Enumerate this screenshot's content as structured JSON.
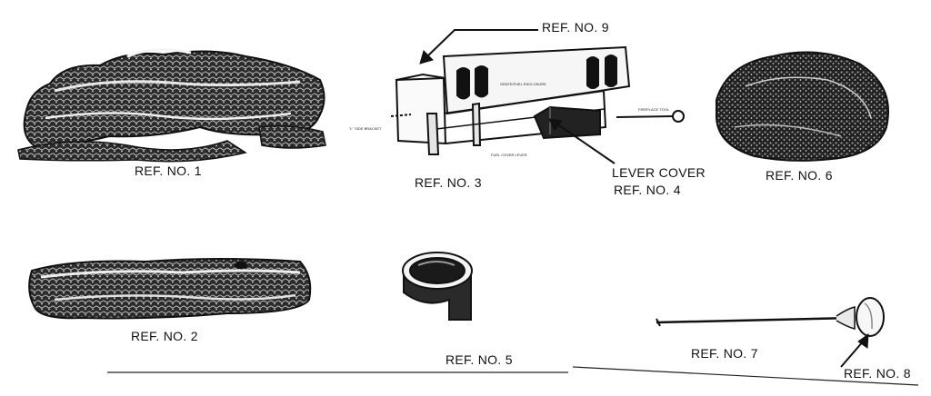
{
  "labels": {
    "ref1": "REF. NO. 1",
    "ref2": "REF. NO. 2",
    "ref3": "REF. NO. 3",
    "lever_cover": "LEVER COVER",
    "ref4": "REF. NO. 4",
    "ref5": "REF. NO. 5",
    "ref6": "REF. NO. 6",
    "ref7": "REF. NO. 7",
    "ref8": "REF. NO. 8",
    "ref9": "REF. NO. 9"
  },
  "small_text": {
    "gas_fuel": "GRATE/FUEL ENCLOSURE",
    "fireplace_tool": "FIREPLACE TOOL",
    "side_bracket": "\"L\" SIDE BRACKET",
    "fuel_cover_lever": "FUEL COVER LEVER"
  },
  "colors": {
    "ink": "#111111",
    "paper": "#ffffff"
  }
}
